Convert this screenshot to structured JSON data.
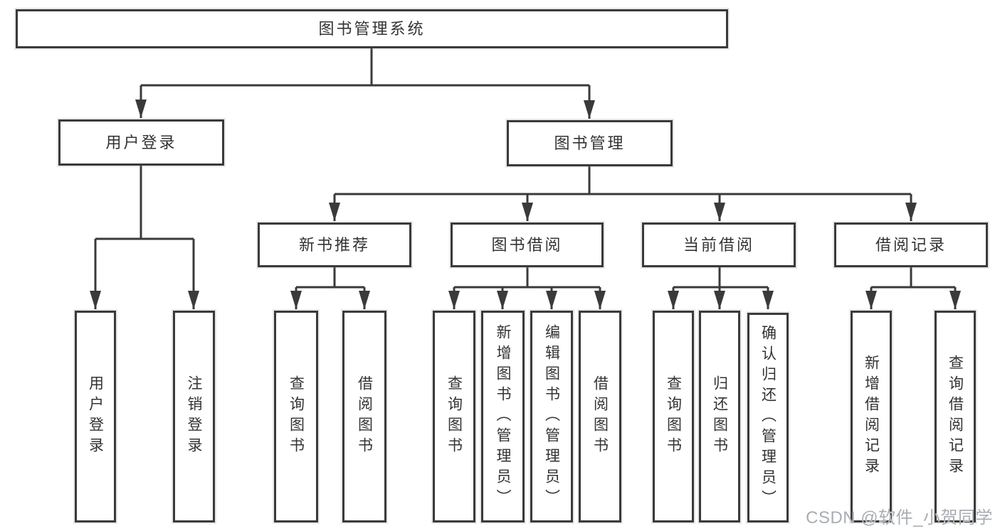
{
  "diagram_title": "图书管理系统",
  "tree": {
    "label": "图书管理系统",
    "children": [
      {
        "label": "用户登录",
        "children": [
          {
            "label": "用户登录"
          },
          {
            "label": "注销登录"
          }
        ]
      },
      {
        "label": "图书管理",
        "children": [
          {
            "label": "新书推荐",
            "children": [
              {
                "label": "查询图书"
              },
              {
                "label": "借阅图书"
              }
            ]
          },
          {
            "label": "图书借阅",
            "children": [
              {
                "label": "查询图书"
              },
              {
                "label": "新增图书（管理员）"
              },
              {
                "label": "编辑图书（管理员）"
              },
              {
                "label": "借阅图书"
              }
            ]
          },
          {
            "label": "当前借阅",
            "children": [
              {
                "label": "查询图书"
              },
              {
                "label": "归还图书"
              },
              {
                "label": "确认归还（管理员）"
              }
            ]
          },
          {
            "label": "借阅记录",
            "children": [
              {
                "label": "新增借阅记录"
              },
              {
                "label": "查询借阅记录"
              }
            ]
          }
        ]
      }
    ]
  },
  "watermark": {
    "text": "CSDN @软件_小贺同学"
  },
  "colors": {
    "line": "#3a3a3a",
    "box_border": "#3a3a3a",
    "box_fill": "#ffffff",
    "text": "#333333",
    "background": "#ffffff",
    "watermark": "#a9adb2"
  }
}
